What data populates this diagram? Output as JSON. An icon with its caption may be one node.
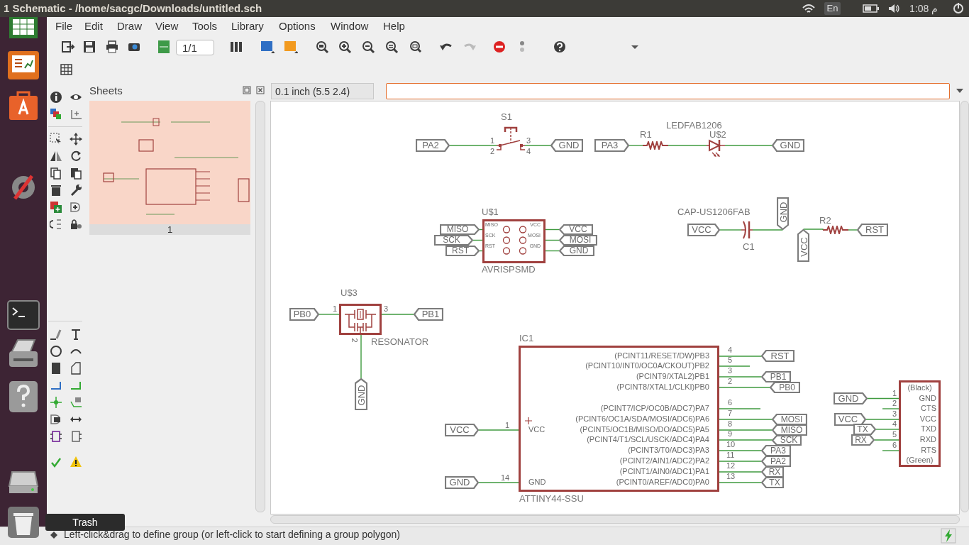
{
  "diagram": {
    "title": "1 Schematic - /home/sacgc/Downloads/untitled.sch",
    "nodes": [
      {
        "text": [
          "PA2"
        ]
      },
      {
        "text": [],
        "shape": "switch",
        "beside": [
          "S1",
          "1",
          "2",
          "3",
          "4"
        ]
      },
      {
        "text": [
          "GND"
        ]
      },
      {
        "text": [
          "PA3"
        ]
      },
      {
        "text": [],
        "shape": "resistor",
        "beside": [
          "R1"
        ]
      },
      {
        "text": [],
        "shape": "diode",
        "beside": [
          "LEDFAB1206",
          "U$2"
        ]
      },
      {
        "text": [
          "GND"
        ]
      },
      {
        "text": [
          "MISO",
          "VCC",
          "SCK",
          "MOSI",
          "RST",
          "GND"
        ],
        "beside": [
          "U$1",
          "AVRISPSMD"
        ]
      },
      {
        "text": [
          "MISO"
        ]
      },
      {
        "text": [
          "SCK"
        ]
      },
      {
        "text": [
          "RST"
        ]
      },
      {
        "text": [
          "VCC"
        ]
      },
      {
        "text": [
          "MOSI"
        ]
      },
      {
        "text": [
          "GND"
        ]
      },
      {
        "text": [
          "VCC"
        ]
      },
      {
        "text": [],
        "shape": "capacitor",
        "beside": [
          "CAP-US1206FAB",
          "C1"
        ]
      },
      {
        "text": [
          "GND"
        ]
      },
      {
        "text": [
          "VCC"
        ]
      },
      {
        "text": [],
        "shape": "resistor",
        "beside": [
          "R2"
        ]
      },
      {
        "text": [
          "RST"
        ]
      },
      {
        "text": [
          "PB0"
        ]
      },
      {
        "text": [],
        "shape": "resonator",
        "beside": [
          "U$3",
          "1",
          "3",
          "2",
          "RESONATOR"
        ]
      },
      {
        "text": [
          "PB1"
        ]
      },
      {
        "text": [
          "GND"
        ]
      },
      {
        "text": [
          "(PCINT11/RESET/DW)PB3",
          "(PCINT10/INT0/OC0A/CKOUT)PB2",
          "(PCINT9/XTAL2)PB1",
          "(PCINT8/XTAL1/CLKI)PB0",
          "(PCINT7/ICP/OC0B/ADC7)PA7",
          "(PCINT6/OC1A/SDA/MOSI/ADC6)PA6",
          "(PCINT5/OC1B/MISO/DO/ADC5)PA5",
          "(PCINT4/T1/SCL/USCK/ADC4)PA4",
          "(PCINT3/T0/ADC3)PA3",
          "(PCINT2/AIN1/ADC2)PA2",
          "(PCINT1/AIN0/ADC1)PA1",
          "(PCINT0/AREF/ADC0)PA0",
          "VCC",
          "GND"
        ],
        "beside": [
          "IC1",
          "ATTINY44-SSU",
          "1",
          "14",
          "4",
          "5",
          "3",
          "2",
          "6",
          "7",
          "8",
          "9",
          "10",
          "11",
          "12",
          "13"
        ]
      },
      {
        "text": [
          "RST"
        ]
      },
      {
        "text": [
          "PB1"
        ]
      },
      {
        "text": [
          "PB0"
        ]
      },
      {
        "text": [
          "MOSI"
        ]
      },
      {
        "text": [
          "MISO"
        ]
      },
      {
        "text": [
          "SCK"
        ]
      },
      {
        "text": [
          "PA3"
        ]
      },
      {
        "text": [
          "PA2"
        ]
      },
      {
        "text": [
          "RX"
        ]
      },
      {
        "text": [
          "TX"
        ]
      },
      {
        "text": [
          "VCC"
        ]
      },
      {
        "text": [
          "GND"
        ]
      },
      {
        "text": [
          "(Black)",
          "GND",
          "CTS",
          "VCC",
          "TXD",
          "RXD",
          "RTS",
          "(Green)"
        ],
        "beside": [
          "1",
          "2",
          "3",
          "4",
          "5",
          "6"
        ]
      },
      {
        "text": [
          "GND"
        ]
      },
      {
        "text": [
          "VCC"
        ]
      },
      {
        "text": [
          "TX"
        ]
      },
      {
        "text": [
          "RX"
        ]
      }
    ],
    "edges": [
      {
        "from": 0,
        "to": 1,
        "arrow": "none"
      },
      {
        "from": 1,
        "to": 2,
        "arrow": "none"
      },
      {
        "from": 3,
        "to": 4,
        "arrow": "none"
      },
      {
        "from": 4,
        "to": 5,
        "arrow": "none"
      },
      {
        "from": 5,
        "to": 6,
        "arrow": "none"
      },
      {
        "from": 8,
        "to": 7,
        "arrow": "none"
      },
      {
        "from": 9,
        "to": 7,
        "arrow": "none"
      },
      {
        "from": 10,
        "to": 7,
        "arrow": "none"
      },
      {
        "from": 7,
        "to": 11,
        "arrow": "none"
      },
      {
        "from": 7,
        "to": 12,
        "arrow": "none"
      },
      {
        "from": 7,
        "to": 13,
        "arrow": "none"
      },
      {
        "from": 14,
        "to": 15,
        "arrow": "none"
      },
      {
        "from": 15,
        "to": 16,
        "arrow": "none"
      },
      {
        "from": 17,
        "to": 18,
        "arrow": "none"
      },
      {
        "from": 18,
        "to": 19,
        "arrow": "none"
      },
      {
        "from": 20,
        "to": 21,
        "arrow": "none"
      },
      {
        "from": 21,
        "to": 22,
        "arrow": "none"
      },
      {
        "from": 21,
        "to": 23,
        "arrow": "none"
      },
      {
        "from": 35,
        "to": 24,
        "arrow": "none"
      },
      {
        "from": 36,
        "to": 24,
        "arrow": "none"
      },
      {
        "from": 24,
        "to": 25,
        "arrow": "none"
      },
      {
        "from": 24,
        "to": null,
        "arrow": "none"
      },
      {
        "from": 24,
        "to": 26,
        "arrow": "none"
      },
      {
        "from": 24,
        "to": 27,
        "arrow": "none"
      },
      {
        "from": 24,
        "to": null,
        "arrow": "none"
      },
      {
        "from": 24,
        "to": 28,
        "arrow": "none"
      },
      {
        "from": 24,
        "to": 29,
        "arrow": "none"
      },
      {
        "from": 24,
        "to": 30,
        "arrow": "none"
      },
      {
        "from": 24,
        "to": 31,
        "arrow": "none"
      },
      {
        "from": 24,
        "to": 32,
        "arrow": "none"
      },
      {
        "from": 24,
        "to": 33,
        "arrow": "none"
      },
      {
        "from": 24,
        "to": 34,
        "arrow": "none"
      },
      {
        "from": 38,
        "to": 37,
        "arrow": "none"
      },
      {
        "from": null,
        "to": 37,
        "arrow": "none"
      },
      {
        "from": 39,
        "to": 37,
        "arrow": "none"
      },
      {
        "from": 40,
        "to": 37,
        "arrow": "none"
      },
      {
        "from": 41,
        "to": 37,
        "arrow": "none"
      },
      {
        "from": null,
        "to": 37,
        "arrow": "none"
      }
    ],
    "labels": [
      "En",
      "1:08 م",
      "File",
      "Edit",
      "Draw",
      "View",
      "Tools",
      "Library",
      "Options",
      "Window",
      "Help",
      "1/1",
      "Sheets",
      "1",
      "0.1 inch (5.5 2.4)",
      "Trash",
      "Left-click&drag to define group (or left-click to start defining a group polygon)"
    ]
  }
}
